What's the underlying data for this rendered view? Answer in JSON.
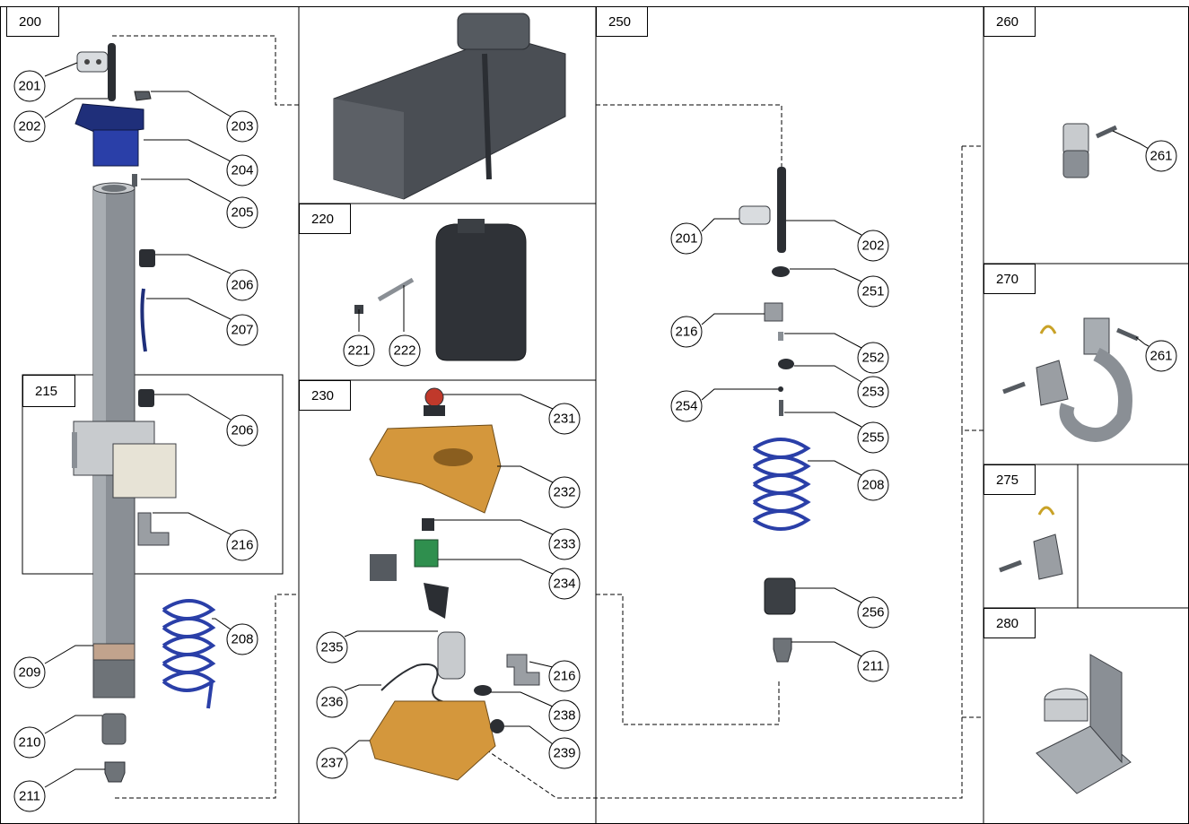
{
  "sections": {
    "s200": "200",
    "s215": "215",
    "s220": "220",
    "s230": "230",
    "s250": "250",
    "s260": "260",
    "s270": "270",
    "s275": "275",
    "s280": "280"
  },
  "callouts": {
    "c201a": "201",
    "c202a": "202",
    "c203": "203",
    "c204": "204",
    "c205": "205",
    "c206a": "206",
    "c207": "207",
    "c206b": "206",
    "c216a": "216",
    "c208a": "208",
    "c209": "209",
    "c210": "210",
    "c211a": "211",
    "c221": "221",
    "c222": "222",
    "c231": "231",
    "c232": "232",
    "c233": "233",
    "c234": "234",
    "c235": "235",
    "c216b": "216",
    "c236": "236",
    "c238": "238",
    "c237": "237",
    "c239": "239",
    "c201b": "201",
    "c202b": "202",
    "c251": "251",
    "c216c": "216",
    "c252": "252",
    "c253": "253",
    "c254": "254",
    "c255": "255",
    "c208b": "208",
    "c256": "256",
    "c211b": "211",
    "c261a": "261",
    "c261b": "261"
  },
  "colors": {
    "gray_dark": "#555a60",
    "gray_mid": "#8a8f95",
    "gray_light": "#c8cbce",
    "orange": "#d4973c",
    "blue_dark": "#1f2f7a",
    "blue": "#2a3fa8",
    "panel_tan": "#e7e3d6"
  }
}
